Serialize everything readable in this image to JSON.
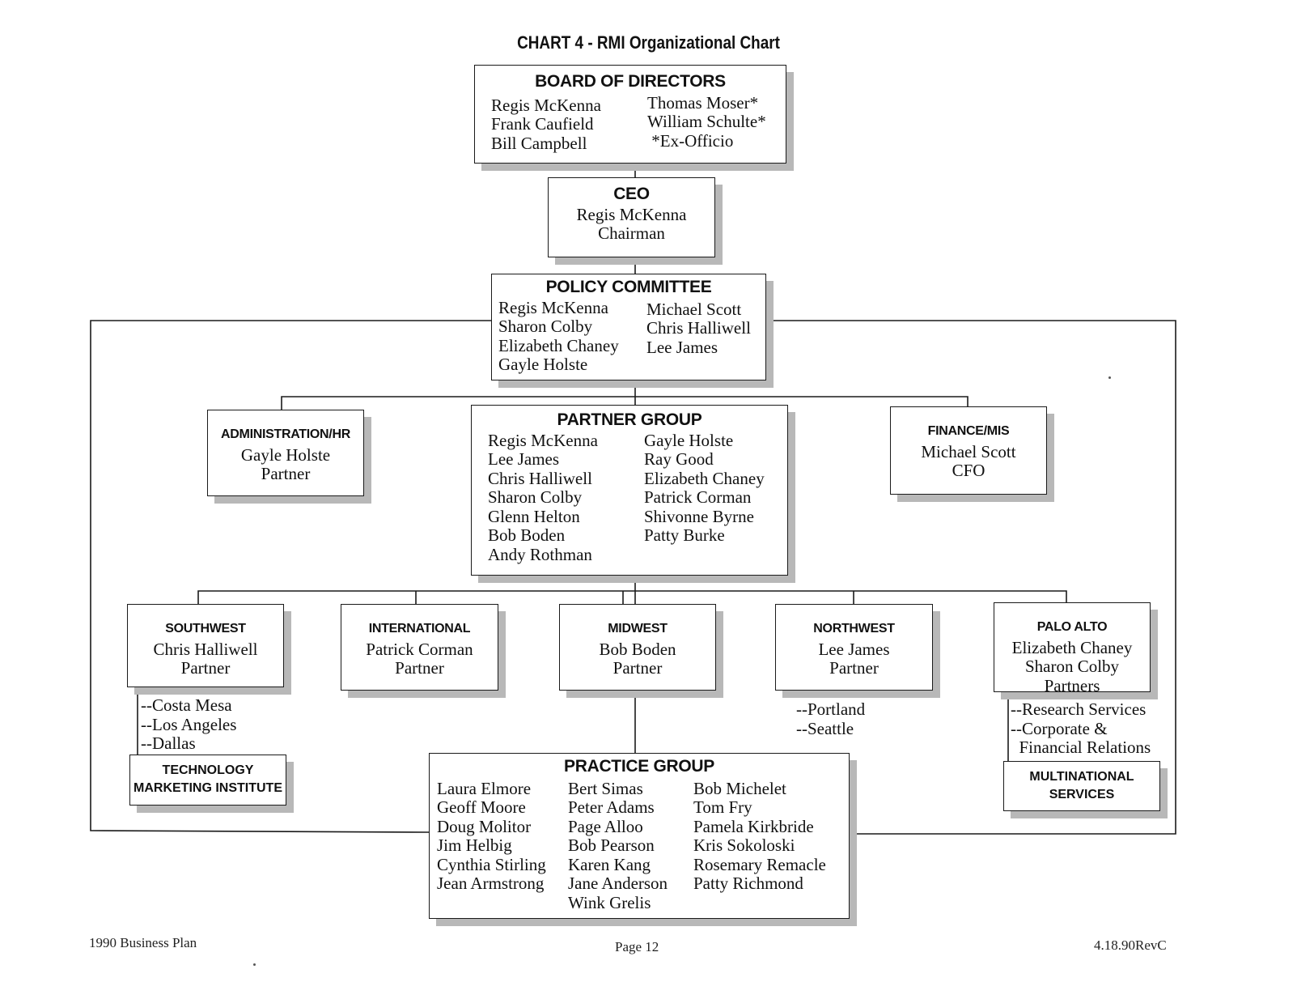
{
  "title": "CHART 4 - RMI Organizational Chart",
  "board": {
    "heading": "BOARD OF DIRECTORS",
    "col1": [
      "Regis McKenna",
      "Frank Caufield",
      "Bill Campbell"
    ],
    "col2": [
      "Thomas Moser*",
      "William Schulte*",
      " *Ex-Officio"
    ]
  },
  "ceo": {
    "heading": "CEO",
    "lines": [
      "Regis McKenna",
      "Chairman"
    ]
  },
  "policy": {
    "heading": "POLICY COMMITTEE",
    "col1": [
      "Regis McKenna",
      "Sharon Colby",
      "Elizabeth Chaney",
      "Gayle Holste"
    ],
    "col2": [
      "Michael Scott",
      "Chris Halliwell",
      "Lee James"
    ]
  },
  "admin": {
    "heading": "ADMINISTRATION/HR",
    "lines": [
      "Gayle Holste",
      "Partner"
    ]
  },
  "finance": {
    "heading": "FINANCE/MIS",
    "lines": [
      "Michael Scott",
      "CFO"
    ]
  },
  "partner": {
    "heading": "PARTNER GROUP",
    "col1": [
      "Regis McKenna",
      "Lee James",
      "Chris Halliwell",
      "Sharon Colby",
      "Glenn Helton",
      "Bob Boden",
      "Andy Rothman"
    ],
    "col2": [
      "Gayle Holste",
      "Ray Good",
      "Elizabeth Chaney",
      "Patrick Corman",
      "Shivonne Byrne",
      "Patty Burke"
    ]
  },
  "offices": [
    {
      "heading": "SOUTHWEST",
      "lines": [
        "Chris Halliwell",
        "Partner"
      ]
    },
    {
      "heading": "INTERNATIONAL",
      "lines": [
        "Patrick Corman",
        "Partner"
      ]
    },
    {
      "heading": "MIDWEST",
      "lines": [
        "Bob Boden",
        "Partner"
      ]
    },
    {
      "heading": "NORTHWEST",
      "lines": [
        "Lee James",
        "Partner"
      ]
    },
    {
      "heading": "PALO ALTO",
      "lines": [
        "Elizabeth Chaney",
        "Sharon Colby",
        "Partners"
      ]
    }
  ],
  "southwest_locations": [
    "--Costa Mesa",
    "--Los Angeles",
    "--Dallas"
  ],
  "northwest_locations": [
    "--Portland",
    "--Seattle"
  ],
  "paloalto_services": [
    "--Research Services",
    "--Corporate &",
    "  Financial Relations"
  ],
  "tmi": {
    "lines": [
      "TECHNOLOGY",
      "MARKETING INSTITUTE"
    ]
  },
  "multinational": {
    "lines": [
      "MULTINATIONAL",
      "SERVICES"
    ]
  },
  "practice": {
    "heading": "PRACTICE GROUP",
    "col1": [
      "Laura Elmore",
      "Geoff Moore",
      "Doug Molitor",
      "Jim Helbig",
      "Cynthia Stirling",
      "Jean Armstrong"
    ],
    "col2": [
      "Bert Simas",
      "Peter Adams",
      "Page Alloo",
      "Bob Pearson",
      "Karen Kang",
      "Jane Anderson",
      "Wink Grelis"
    ],
    "col3": [
      "Bob Michelet",
      "Tom Fry",
      "Pamela Kirkbride",
      "Kris Sokoloski",
      "Rosemary Remacle",
      "Patty Richmond"
    ]
  },
  "footer": {
    "left": "1990 Business Plan",
    "center": "Page 12",
    "right": "4.18.90RevC"
  }
}
